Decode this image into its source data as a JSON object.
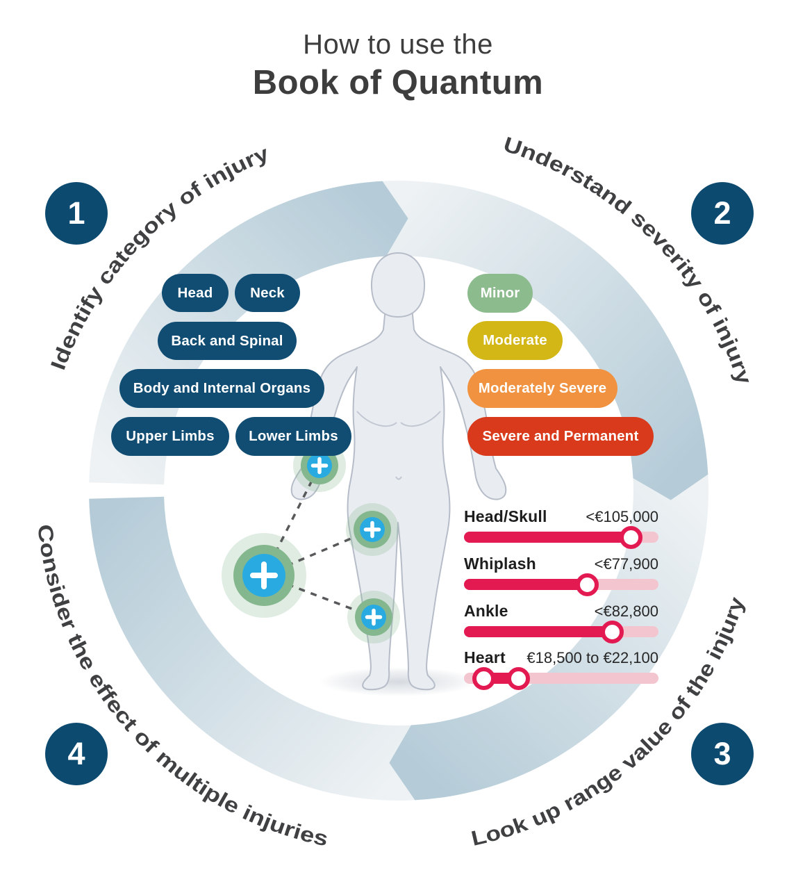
{
  "title": {
    "line1": "How to use the",
    "line2": "Book of Quantum"
  },
  "steps": [
    {
      "number": "1",
      "label": "Identify category of injury"
    },
    {
      "number": "2",
      "label": "Understand severity of injury"
    },
    {
      "number": "3",
      "label": "Look up range value of the injury"
    },
    {
      "number": "4",
      "label": "Consider the effect of multiple injuries"
    }
  ],
  "categories": {
    "items": [
      {
        "label": "Head"
      },
      {
        "label": "Neck"
      },
      {
        "label": "Back and Spinal"
      },
      {
        "label": "Body and Internal Organs"
      },
      {
        "label": "Upper Limbs"
      },
      {
        "label": "Lower Limbs"
      }
    ]
  },
  "severity": {
    "items": [
      {
        "label": "Minor",
        "color": "#8cbb8d"
      },
      {
        "label": "Moderate",
        "color": "#d3b716"
      },
      {
        "label": "Moderately Severe",
        "color": "#f0923f"
      },
      {
        "label": "Severe and Permanent",
        "color": "#d93a1b"
      }
    ]
  },
  "sliders": [
    {
      "label": "Head/Skull",
      "value": "<€105,000",
      "knobs": [
        0.86
      ]
    },
    {
      "label": "Whiplash",
      "value": "<€77,900",
      "knobs": [
        0.635
      ]
    },
    {
      "label": "Ankle",
      "value": "<€82,800",
      "knobs": [
        0.763
      ]
    },
    {
      "label": "Heart",
      "value": "€18,500 to €22,100",
      "knobs": [
        0.1,
        0.28
      ]
    }
  ],
  "icons": {
    "marker": "plus-icon",
    "ring": "clockwise-arrow-cycle"
  },
  "colors": {
    "crimson": "#e31a52",
    "track_pink": "#f3c6cf",
    "pill_blue": "#114d73",
    "badge_blue": "#0d4a70",
    "ink": "#3d3d3d",
    "marker_blue": "#29abe2",
    "marker_green": "#85b78e",
    "ring_light": "#eef2f4",
    "ring_dark": "#b5ccd8"
  }
}
